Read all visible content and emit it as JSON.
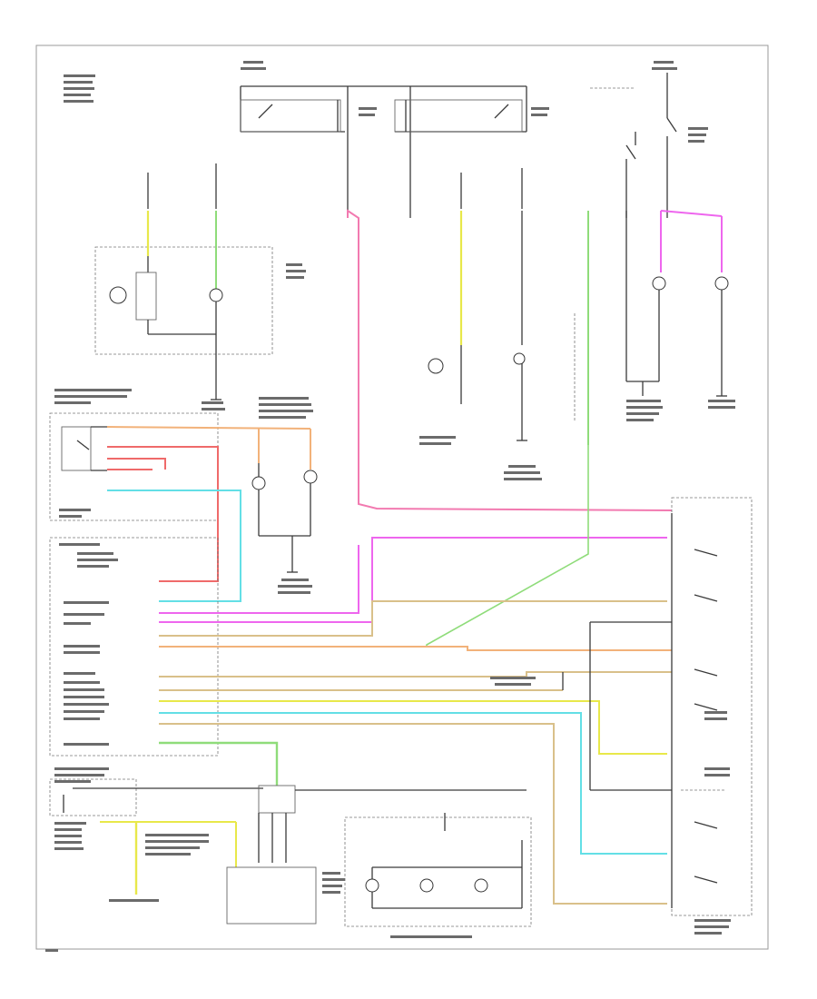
{
  "diagram": {
    "title": "",
    "footer_code": "",
    "colors": {
      "yellow": "#e8e84a",
      "green": "#8fdc7a",
      "pink": "#f27ab0",
      "magenta": "#ee66ee",
      "orange": "#f2b27a",
      "red": "#ef6a6a",
      "cyan": "#63dfe6",
      "tan": "#d9c08a",
      "black": "#3a3a3a",
      "frame": "#9a9a9a"
    },
    "components": [
      {
        "id": "left-fog-lamp-assembly",
        "label": ""
      },
      {
        "id": "right-fog-lamp-assembly",
        "label": ""
      },
      {
        "id": "hazard-warning-switch",
        "label": ""
      },
      {
        "id": "body-control-module",
        "label": ""
      },
      {
        "id": "turn-signal-multifunction-switch",
        "label": ""
      },
      {
        "id": "instrument-panel-cluster",
        "label": ""
      },
      {
        "id": "left-rear-lamp",
        "label": ""
      },
      {
        "id": "right-rear-lamp",
        "label": ""
      },
      {
        "id": "left-front-lamp",
        "label": ""
      },
      {
        "id": "right-front-lamp",
        "label": ""
      }
    ]
  }
}
